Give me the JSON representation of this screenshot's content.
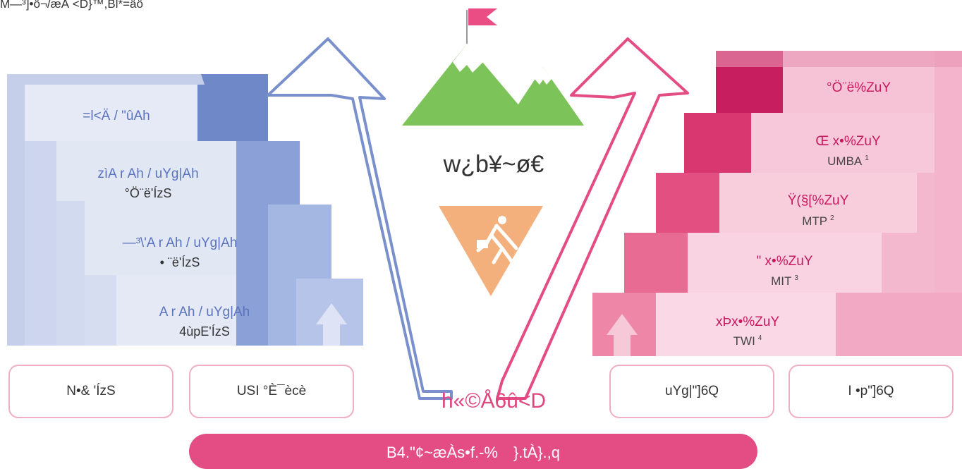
{
  "corner_note": "M—³]•ö¬/æÂ <D}™,Bl*=äö",
  "left_steps": [
    {
      "label": "=l<Ä / \"ûAh",
      "sub": ""
    },
    {
      "label": "zìA r Ah / uYg|Ah",
      "sub": "°Ö¨ë'ÍzS"
    },
    {
      "label": "—³\\'A r Ah / uYg|Ah",
      "sub": "• ¨ë'ÍzS"
    },
    {
      "label": "A r Ah / uYg|Ah",
      "sub": "4ùpE'ÍzS"
    }
  ],
  "right_steps": [
    {
      "label": "°Ö¨ë%ZuY",
      "sub": ""
    },
    {
      "label": "Œ x•%ZuY",
      "sub": "UMBA",
      "note": "1"
    },
    {
      "label": "Ÿ(§[%ZuY",
      "sub": "MTP",
      "note": "2"
    },
    {
      "label": "\" x•%ZuY",
      "sub": "MIT",
      "note": "3"
    },
    {
      "label": "xÞx•%ZuY",
      "sub": "TWI",
      "note": "4"
    }
  ],
  "center": {
    "title": "w¿b¥~ø€",
    "subtitle": "h«©Å6û<D"
  },
  "bottom_boxes": {
    "left1": "N•& 'ÍzS",
    "left2": "USI °È¯ècè",
    "right1": "uYg|\"]6Q",
    "right2": "I •p\"]6Q"
  },
  "banner": "B4.\"¢~æÀs•f.-%　}.tÀ}.,q",
  "colors": {
    "blue": "#7a90cc",
    "pink": "#e44c84",
    "mountain": "#7cc35a",
    "flag": "#e94d83",
    "runner_bg": "#f4b07c"
  },
  "icons": [
    "mountain-icon",
    "flag-icon",
    "runner-icon",
    "up-arrow-icon"
  ]
}
